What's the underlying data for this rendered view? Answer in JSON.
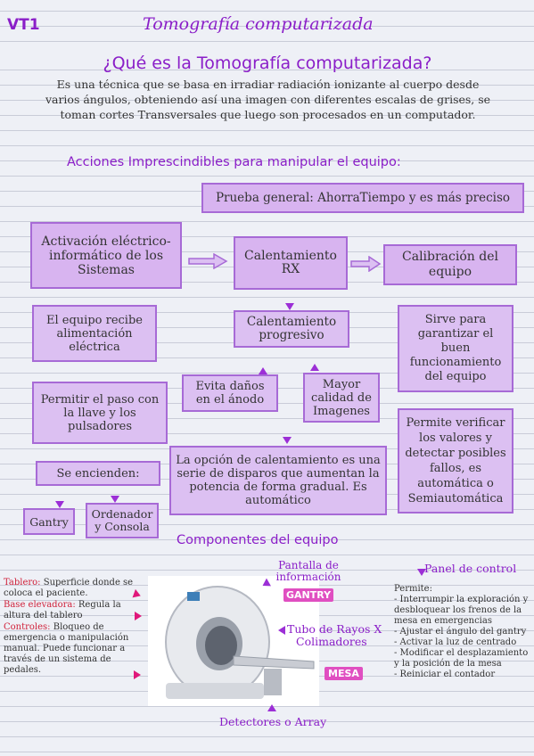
{
  "header": {
    "code": "VT1",
    "title": "Tomografía computarizada"
  },
  "question": "¿Qué es la Tomografía computarizada?",
  "intro": [
    "Es una técnica que se basa en irradiar radiación ionizante al cuerpo desde",
    "varios ángulos, obteniendo así una imagen con diferentes escalas de grises, se",
    "toman cortes Transversales que luego son procesados en un computador."
  ],
  "actions_heading": "Acciones Imprescindibles para manipular el equipo:",
  "prueba": "Prueba general: AhorraTiempo y es más preciso",
  "flow": {
    "activacion": "Activación eléctrico-informático de los Sistemas",
    "calentamiento_rx": "Calentamiento RX",
    "calibracion": "Calibración del equipo",
    "alimentacion": "El equipo recibe alimentación eléctrica",
    "progresivo": "Calentamiento progresivo",
    "sirve": "Sirve para garantizar el buen funcionamiento del equipo",
    "llave": "Permitir el paso con la llave y los pulsadores",
    "evita": "Evita daños en el ánodo",
    "mayor": "Mayor calidad de Imagenes",
    "permite": "Permite verificar los valores y detectar posibles fallos, es automática o Semiautomática",
    "encienden": "Se encienden:",
    "opcion": "La opción de calentamiento es una serie de disparos que aumentan la potencia de forma gradual. Es automático",
    "gantry": "Gantry",
    "ordenador": "Ordenador y Consola"
  },
  "components_heading": "Componentes del equipo",
  "labels": {
    "pantalla": "Pantalla de información",
    "gantry_tag": "GANTRY",
    "panel": "Panel de control",
    "tubo": "Tubo de Rayos X",
    "colimadores": "Colimadores",
    "mesa": "MESA",
    "detectores": "Detectores o Array"
  },
  "left_notes": [
    {
      "term": "Tablero:",
      "text": " Superficie donde se coloca el paciente."
    },
    {
      "term": "Base elevadora:",
      "text": " Regula la altura del tablero"
    },
    {
      "term": "Controles:",
      "text": " Bloqueo de emergencia o manipulación manual. Puede funcionar a través de un sistema de pedales."
    }
  ],
  "right_notes": {
    "title": "Permite:",
    "items": [
      "- Interrumpir la exploración y desbloquear los frenos de la mesa en emergencias",
      "- Ajustar el ángulo del gantry",
      "- Activar la luz de centrado",
      "- Modificar el desplazamiento y la posición de la mesa",
      "- Reiniciar el contador"
    ]
  },
  "colors": {
    "accent": "#9c2fd6",
    "box": "#d8b4f0",
    "border": "#a76ad6",
    "pink": "#e0187a",
    "red": "#d0213a"
  }
}
